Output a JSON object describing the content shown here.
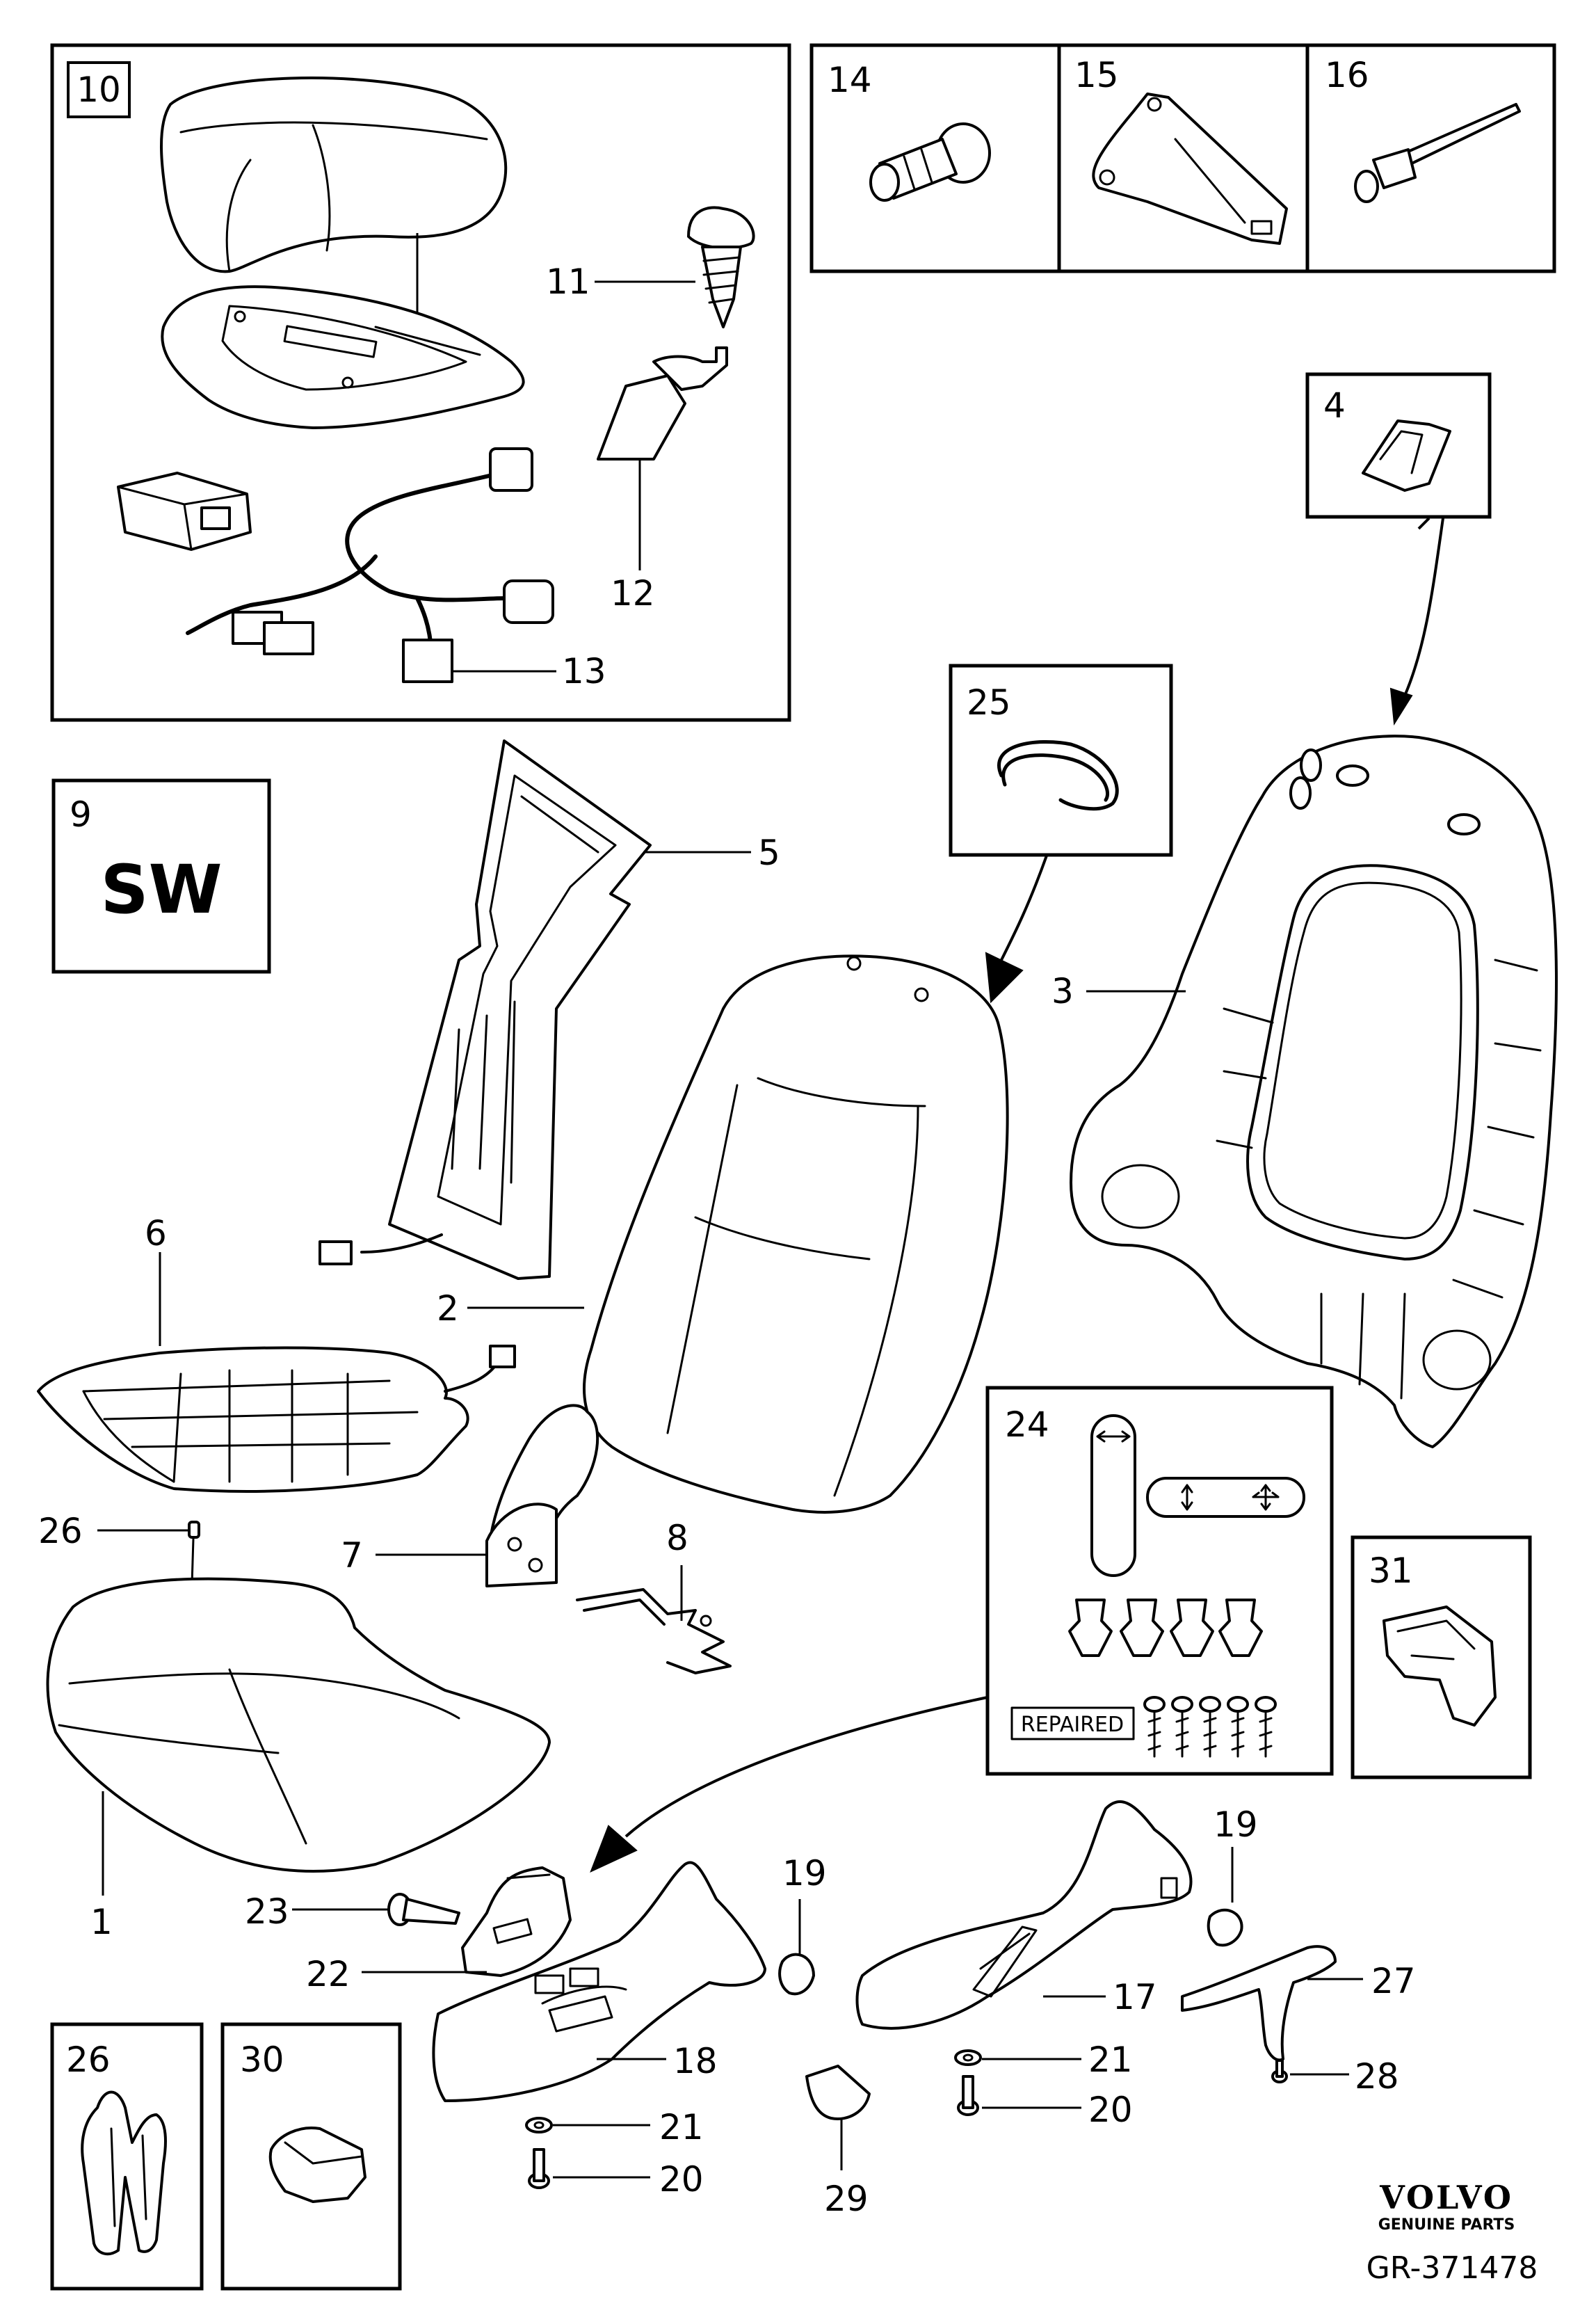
{
  "callouts": {
    "c1": "1",
    "c2": "2",
    "c3": "3",
    "c4": "4",
    "c5": "5",
    "c6": "6",
    "c7": "7",
    "c8": "8",
    "c9": "9",
    "c10": "10",
    "c11": "11",
    "c12": "12",
    "c13": "13",
    "c14": "14",
    "c15": "15",
    "c16": "16",
    "c17": "17",
    "c18": "18",
    "c19a": "19",
    "c19b": "19",
    "c20a": "20",
    "c20b": "20",
    "c21a": "21",
    "c21b": "21",
    "c22": "22",
    "c23": "23",
    "c24": "24",
    "c25": "25",
    "c26a": "26",
    "c26b": "26",
    "c27": "27",
    "c28": "28",
    "c29": "29",
    "c30": "30",
    "c31": "31"
  },
  "box9_text": "SW",
  "box24_badge": "REPAIRED",
  "brand": {
    "name": "VOLVO",
    "tagline": "GENUINE PARTS"
  },
  "reference": "GR-371478"
}
